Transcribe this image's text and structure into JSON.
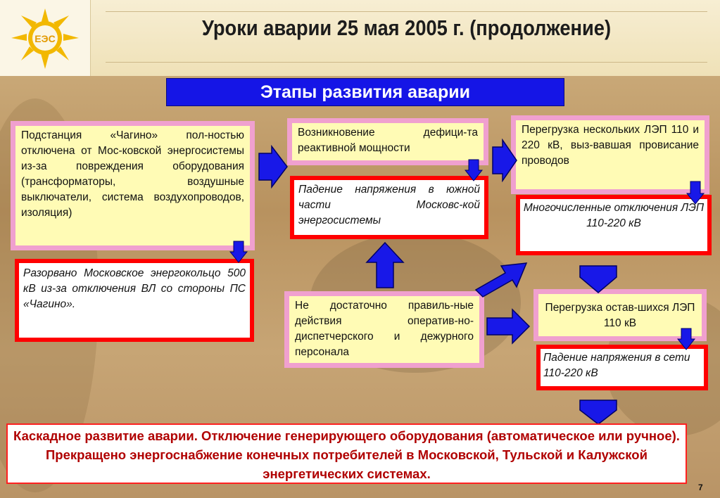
{
  "title": "Уроки аварии 25 мая 2005 г. (продолжение)",
  "logo": {
    "text": "ЕЭС"
  },
  "banner": "Этапы развития аварии",
  "boxes": {
    "chagino": "Подстанция «Чагино» пол-ностью отключена от Мос-ковской энергосистемы из-за повреждения оборудования (трансформаторы, воздушные выключатели, система воздухопроводов, изоляция)",
    "ring": "Разорвано Московское энергокольцо 500 кВ из-за отключения ВЛ со стороны ПС «Чагино».",
    "deficit": "Возникновение дефици-та реактивной мощности",
    "voltage_south": "Падение напряжения в южной части Московс-кой энергосистемы",
    "overload_several": "Перегрузка нескольких ЛЭП 110 и 220 кВ, выз-вавшая провисание проводов",
    "many_trips": "Многочисленные отключения ЛЭП 110-220 кВ",
    "operator": "Не достаточно правиль-ные действия оператив-но-диспетчерского и дежурного персонала",
    "overload_remaining": "Перегрузка остав-шихся ЛЭП 110 кВ",
    "voltage_network": "Падение напряжения в сети 110-220 кВ"
  },
  "conclusion": "Каскадное развитие аварии. Отключение генерирующего оборудования (автоматическое или ручное). Прекращено энергоснабжение конечных потребителей в Московской, Тульской и Калужской энергетических системах.",
  "page_number": "7",
  "colors": {
    "banner": "#1515e6",
    "arrow": "#1818e8",
    "pink": "#f0a0cf",
    "red": "#ff0000",
    "yellow": "#fffbb5"
  }
}
